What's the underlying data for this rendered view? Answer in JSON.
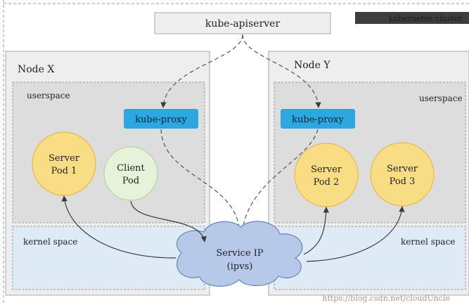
{
  "title": "kube-apiserver",
  "cluster_label": "kubernetes cluster",
  "watermark": "https://blog.csdn.net/cloudUncle",
  "nodes": [
    {
      "name": "Node X",
      "userspace_label": "userspace",
      "kernel_label": "kernel space",
      "proxy_label": "kube-proxy",
      "pods": [
        {
          "line1": "Server",
          "line2": "Pod 1",
          "type": "server"
        },
        {
          "line1": "Client",
          "line2": "Pod",
          "type": "client"
        }
      ]
    },
    {
      "name": "Node Y",
      "userspace_label": "userspace",
      "kernel_label": "kernel space",
      "proxy_label": "kube-proxy",
      "pods": [
        {
          "line1": "Server",
          "line2": "Pod 2",
          "type": "server"
        },
        {
          "line1": "Server",
          "line2": "Pod 3",
          "type": "server"
        }
      ]
    }
  ],
  "service": {
    "line1": "Service IP",
    "line2": "(ipvs)"
  },
  "colors": {
    "proxy_fill": "#2aa8df",
    "server_pod_fill": "#f9dd85",
    "server_pod_stroke": "#e6b94a",
    "client_pod_fill": "#e6f2d9",
    "client_pod_stroke": "#b7d39a",
    "userspace_fill": "#dddddd",
    "kernel_fill": "#dfeaf7",
    "cloud_fill": "#b7c9e8",
    "cloud_stroke": "#6a84b5",
    "node_fill": "#eeeeee",
    "node_stroke": "#a8a8a8",
    "apiserver_fill": "#efefef",
    "cluster_bar": "#3d3d3d"
  }
}
